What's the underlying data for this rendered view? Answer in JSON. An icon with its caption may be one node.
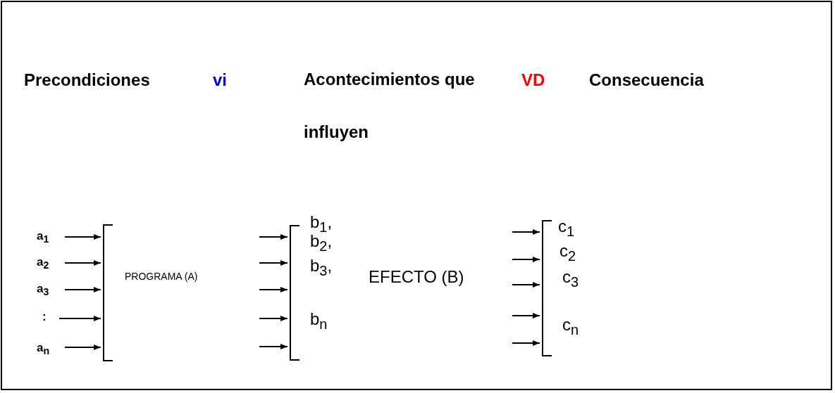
{
  "diagram": {
    "nodes": [
      {
        "text": [
          "a$_{1}$"
        ]
      },
      {
        "text": [
          "a$_{2}$"
        ]
      },
      {
        "text": [
          "a$_{3}$"
        ]
      },
      {
        "text": [
          ":"
        ]
      },
      {
        "text": [
          "a$_{n}$"
        ]
      },
      {
        "text": [
          "PROGRAMA (A)"
        ]
      },
      {
        "text": [
          "b$_{1}$,",
          "b$_{2}$,",
          "b$_{3}$,",
          "b$_{n}$",
          "EFECTO (B)"
        ]
      },
      {
        "text": [
          "c$_{1}$",
          "c$_{2}$",
          "c$_{3}$",
          "c$_{n}$"
        ]
      }
    ],
    "edges": [
      {
        "from": 0,
        "to": 5,
        "arrow": "to"
      },
      {
        "from": 1,
        "to": 5,
        "arrow": "to"
      },
      {
        "from": 2,
        "to": 5,
        "arrow": "to"
      },
      {
        "from": 3,
        "to": 5,
        "arrow": "to"
      },
      {
        "from": 4,
        "to": 5,
        "arrow": "to"
      },
      {
        "from": null,
        "to": 6,
        "arrow": "to"
      },
      {
        "from": null,
        "to": 6,
        "arrow": "to"
      },
      {
        "from": null,
        "to": 6,
        "arrow": "to"
      },
      {
        "from": null,
        "to": 6,
        "arrow": "to"
      },
      {
        "from": null,
        "to": 6,
        "arrow": "to"
      },
      {
        "from": null,
        "to": 7,
        "arrow": "to"
      },
      {
        "from": null,
        "to": 7,
        "arrow": "to"
      },
      {
        "from": null,
        "to": 7,
        "arrow": "to"
      },
      {
        "from": null,
        "to": 7,
        "arrow": "to"
      },
      {
        "from": null,
        "to": 7,
        "arrow": "to"
      }
    ],
    "labels": [
      "Precondiciones",
      "vi",
      "Acontecimientos que influyen",
      "VD",
      "Consecuencia"
    ]
  }
}
